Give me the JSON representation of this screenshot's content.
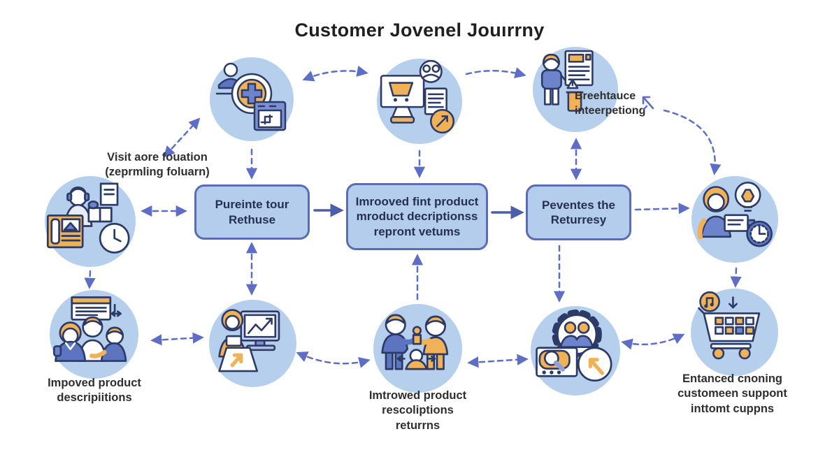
{
  "title": "Customer Jovenel Jouırrny",
  "nodes": {
    "top": [
      {
        "icon": "person-add-account-icon"
      },
      {
        "icon": "online-store-order-icon"
      },
      {
        "icon": "customer-review-document-icon",
        "label": "Breehtauce\ninteerpetiong"
      }
    ],
    "middle_left": {
      "icon": "support-agent-package-icon",
      "label": "Visit aore fouation\n(zeprmling foluarn)"
    },
    "middle_right": {
      "icon": "support-agent-idea-icon"
    },
    "bottom": [
      {
        "icon": "team-discussion-icon",
        "label": "Impoved product\ndescripiitions"
      },
      {
        "icon": "analyst-growth-chart-icon"
      },
      {
        "icon": "customer-exchange-icon",
        "label": "Imtrowed product\nrescoliptions\nreturrns"
      },
      {
        "icon": "process-gear-search-icon"
      },
      {
        "icon": "shopping-cart-icon",
        "label": "Entanced cnoning\ncustomeen suppont\ninttomt cuppns"
      }
    ]
  },
  "flow_boxes": [
    {
      "label": "Pureinte tour\nRethuse"
    },
    {
      "label": "Imrooved fint product\nmroduct decriptionss\nrepront vetums"
    },
    {
      "label": "Peventes the\nReturresy"
    }
  ],
  "colors": {
    "background": "#ffffff",
    "node_circle_fill": "#b5cfec",
    "flow_box_fill": "#b4cded",
    "flow_box_border": "#5a6cb4",
    "dashed_arrow": "#5e6ec6",
    "solid_arrow": "#4b5ea9",
    "accent_orange": "#f0b157",
    "figure_blue": "#5d74c0",
    "outline_navy": "#2b3a66",
    "box_text": "#25304f",
    "label_text": "#2f2f2f",
    "title_text": "#1f1f1f"
  }
}
